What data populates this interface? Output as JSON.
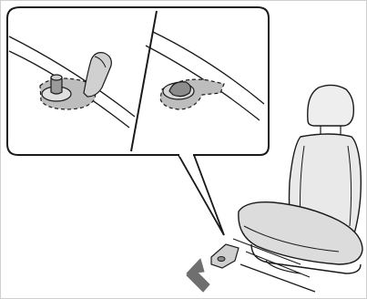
{
  "figure": {
    "stroke_color": "#1a1a1a",
    "fill_light": "#e6e6e6",
    "fill_mid": "#c8c8c8",
    "fill_dark": "#9a9a9a",
    "arrow_color": "#6f6f6f",
    "background": "#ffffff"
  },
  "parts": {
    "left_panel": "seat-anchor-hook-closeup-cover-open",
    "right_panel": "seat-anchor-hook-closeup-cover-closed",
    "seat": "front-seat",
    "floor_anchor": "floor-anchor-bracket",
    "pointer_arrow": "arrow-pointing-to-anchor"
  }
}
